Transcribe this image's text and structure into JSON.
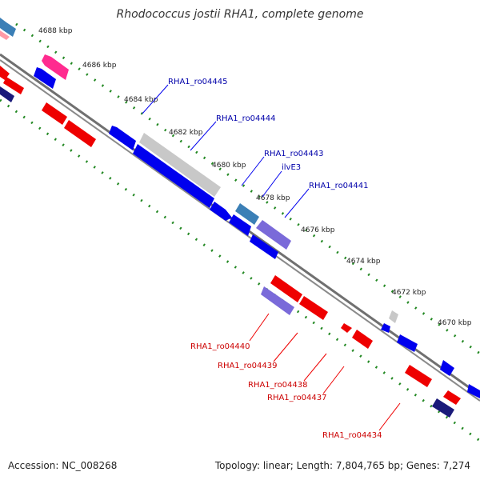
{
  "title": "Rhodococcus jostii RHA1, complete genome",
  "accession": "Accession: NC_008268",
  "summary": "Topology: linear; Length: 7,804,765 bp; Genes: 7,274",
  "colors": {
    "forward": "#0000ee",
    "reverse": "#ee0000",
    "pink": "#ff2b8f",
    "light_blue": "#3b7fb6",
    "grey": "#c8c8c8",
    "lavender": "#7a6ad9",
    "navy": "#1a1a7a",
    "ruler": "#228822",
    "backbone": "#707070",
    "forward_label": "#0000aa",
    "reverse_label": "#cc0000"
  },
  "kbp_labels": [
    "4688 kbp",
    "4686 kbp",
    "4684 kbp",
    "4682 kbp",
    "4680 kbp",
    "4678 kbp",
    "4676 kbp",
    "4674 kbp",
    "4672 kbp",
    "4670 kbp"
  ],
  "forward_genes": [
    "RHA1_ro04445",
    "RHA1_ro04444",
    "RHA1_ro04443",
    "ilvE3",
    "RHA1_ro04441"
  ],
  "reverse_genes": [
    "RHA1_ro04440",
    "RHA1_ro04439",
    "RHA1_ro04438",
    "RHA1_ro04437",
    "RHA1_ro04434"
  ]
}
